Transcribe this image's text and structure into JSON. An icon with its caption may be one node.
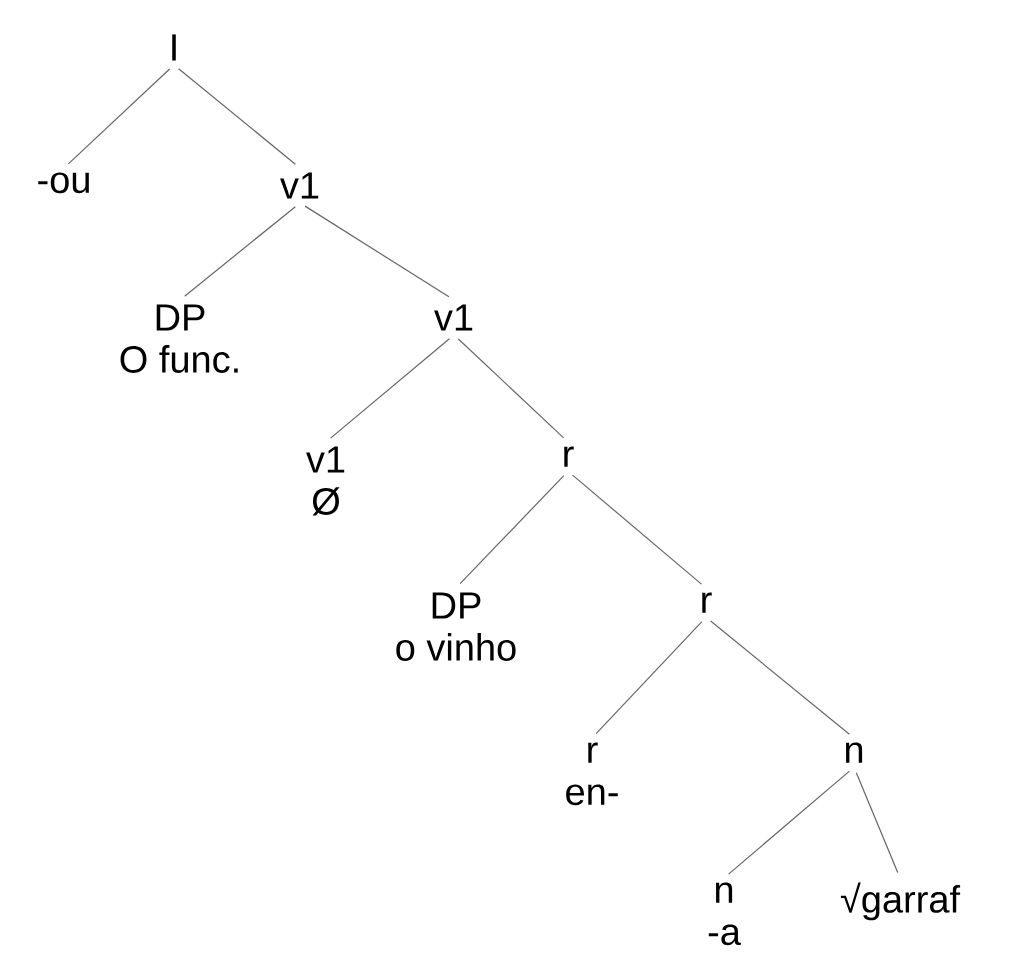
{
  "diagram": {
    "nodes": [
      {
        "text": [
          "I"
        ]
      },
      {
        "text": [
          "-ou"
        ]
      },
      {
        "text": [
          "v1"
        ]
      },
      {
        "text": [
          "DP",
          "O func."
        ]
      },
      {
        "text": [
          "v1"
        ]
      },
      {
        "text": [
          "v1",
          "Ø"
        ]
      },
      {
        "text": [
          "r"
        ]
      },
      {
        "text": [
          "DP",
          "o vinho"
        ]
      },
      {
        "text": [
          "r"
        ]
      },
      {
        "text": [
          "r",
          "en-"
        ]
      },
      {
        "text": [
          "n"
        ]
      },
      {
        "text": [
          "n",
          "-a"
        ]
      },
      {
        "text": [
          "√garraf"
        ]
      }
    ],
    "edges": [
      {
        "from": 0,
        "to": 1,
        "arrow": "none"
      },
      {
        "from": 0,
        "to": 2,
        "arrow": "none"
      },
      {
        "from": 2,
        "to": 3,
        "arrow": "none"
      },
      {
        "from": 2,
        "to": 4,
        "arrow": "none"
      },
      {
        "from": 4,
        "to": 5,
        "arrow": "none"
      },
      {
        "from": 4,
        "to": 6,
        "arrow": "none"
      },
      {
        "from": 6,
        "to": 7,
        "arrow": "none"
      },
      {
        "from": 6,
        "to": 8,
        "arrow": "none"
      },
      {
        "from": 8,
        "to": 9,
        "arrow": "none"
      },
      {
        "from": 8,
        "to": 10,
        "arrow": "none"
      },
      {
        "from": 10,
        "to": 11,
        "arrow": "none"
      },
      {
        "from": 10,
        "to": 12,
        "arrow": "none"
      }
    ]
  }
}
